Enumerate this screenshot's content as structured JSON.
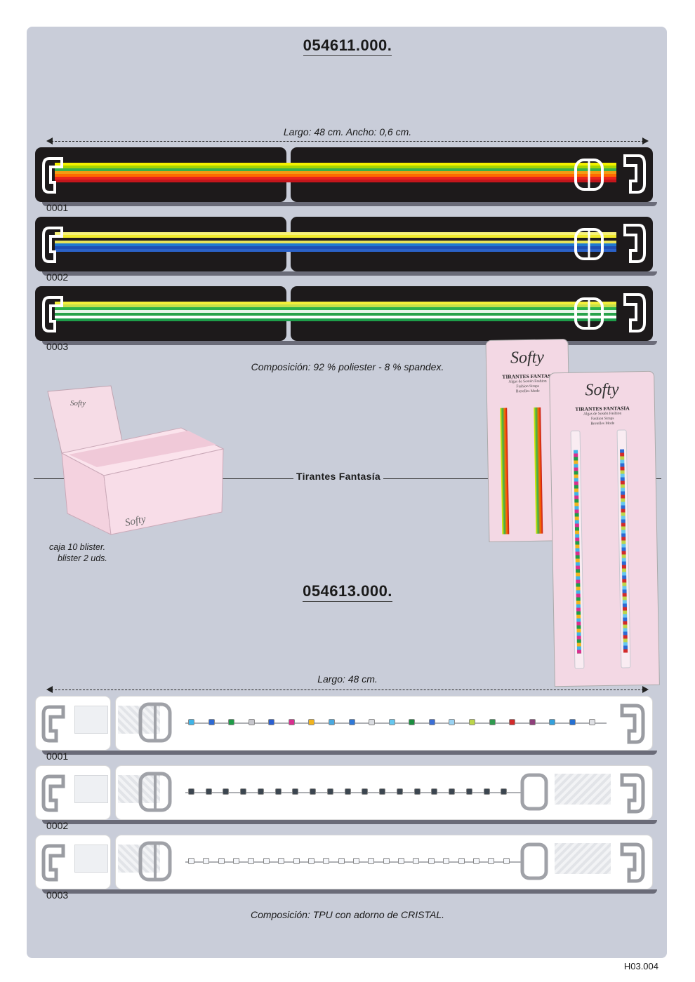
{
  "product1": {
    "code": "054611.000.",
    "measure": "Largo: 48 cm.   Ancho: 0,6 cm.",
    "items": [
      {
        "ref": "0001",
        "colors": [
          "#f4f000",
          "#a6d400",
          "#3ab14a",
          "#f39c12",
          "#ff6a00",
          "#e8241c",
          "#c4161c"
        ]
      },
      {
        "ref": "0002",
        "colors": [
          "#f6f17a",
          "#f0ea2d",
          "#1d1a1b",
          "#e8e35a",
          "#1f7ad1",
          "#1f4fb4",
          "#2b62c8"
        ]
      },
      {
        "ref": "0003",
        "colors": [
          "#f3ef3b",
          "#c6e04a",
          "#2fb34a",
          "#e8f5ea",
          "#28a24a",
          "#ffffff",
          "#1e9e4a"
        ]
      }
    ],
    "composition": "Composición: 92 % poliester - 8 % spandex."
  },
  "section_title": "Tirantes Fantasía",
  "packaging": {
    "box_line1": "caja 10 blister.",
    "box_line2": "blister 2 uds.",
    "brand": "Softy",
    "card1_title": "TIRANTES FANTASI",
    "card2_title": "TIRANTES FANTASIA",
    "sub1": "Algas de Sostén Fashion",
    "sub2": "Fashion Straps",
    "sub3": "Bretelles Mode"
  },
  "product2": {
    "code": "054613.000.",
    "measure": "Largo: 48 cm.",
    "items": [
      {
        "ref": "0001",
        "gems": [
          "#3fb4e8",
          "#2d6ad4",
          "#1f9c48",
          "#c6c6cc",
          "#2a5fd1",
          "#d92f8f",
          "#f1b41f",
          "#4aa9e0",
          "#2f79d8",
          "#d9dbe0",
          "#66c7ef",
          "#1b8e3f",
          "#3b6fd6",
          "#9ad2f2",
          "#bcd54a",
          "#2f9a4f",
          "#d22a2a",
          "#8e3f7a",
          "#34a0dc",
          "#2670d2",
          "#dfe0e4"
        ]
      },
      {
        "ref": "0002",
        "gem_color": "#3c4650",
        "gem_count": 19
      },
      {
        "ref": "0003",
        "gem_color": "#f4f6fa",
        "gem_count": 22
      }
    ],
    "composition": "Composición: TPU con adorno de CRISTAL."
  },
  "footer": "H03.004"
}
